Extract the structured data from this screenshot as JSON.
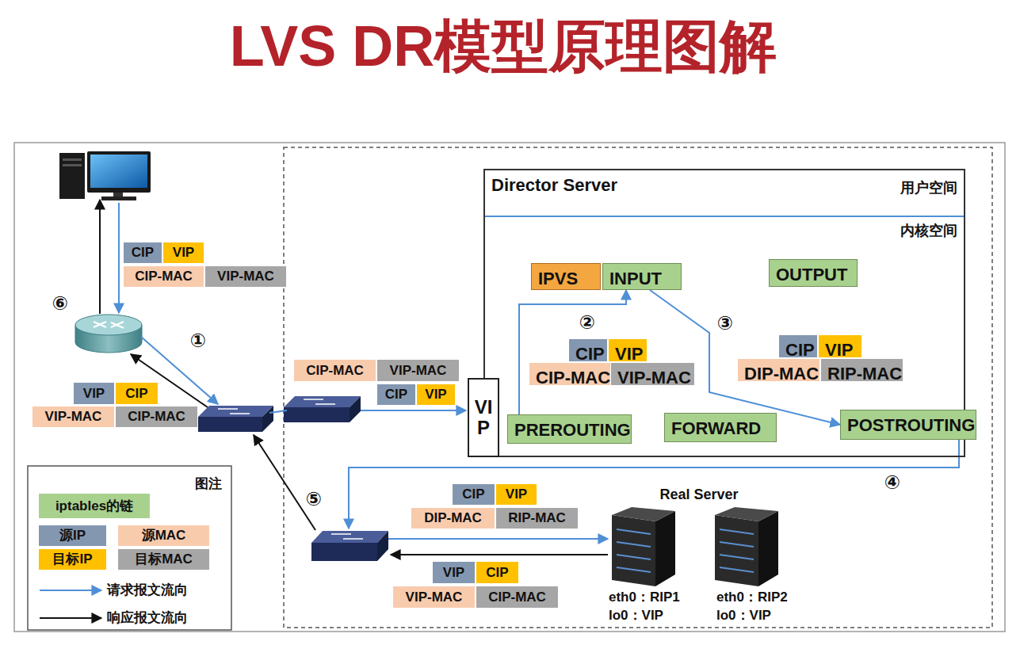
{
  "diagram": {
    "title": "LVS DR模型原理图解",
    "nodes": [
      {
        "text": [
          "CIP"
        ]
      },
      {
        "text": [
          "VIP"
        ]
      },
      {
        "text": [
          "CIP-MAC"
        ]
      },
      {
        "text": [
          "VIP-MAC"
        ]
      },
      {
        "text": [
          "Director Server",
          "用户空间",
          "内核空间"
        ]
      },
      {
        "text": [
          "IPVS"
        ],
        "in": 4
      },
      {
        "text": [
          "INPUT"
        ],
        "in": 4
      },
      {
        "text": [
          "OUTPUT"
        ],
        "in": 4
      },
      {
        "text": [
          "CIP"
        ],
        "in": 4
      },
      {
        "text": [
          "VIP"
        ],
        "in": 4
      },
      {
        "text": [
          "CIP-MAC"
        ],
        "in": 4
      },
      {
        "text": [
          "VIP-MAC"
        ],
        "in": 4
      },
      {
        "text": [
          "CIP"
        ],
        "in": 4
      },
      {
        "text": [
          "VIP"
        ],
        "in": 4
      },
      {
        "text": [
          "DIP-MAC"
        ],
        "in": 4
      },
      {
        "text": [
          "RIP-MAC"
        ],
        "in": 4
      },
      {
        "text": [
          "PREROUTING"
        ],
        "in": 4
      },
      {
        "text": [
          "FORWARD"
        ],
        "in": 4
      },
      {
        "text": [
          "POSTROUTING"
        ],
        "in": 4
      },
      {
        "text": [
          "CIP-MAC"
        ]
      },
      {
        "text": [
          "VIP-MAC"
        ]
      },
      {
        "text": [
          "CIP"
        ]
      },
      {
        "text": [
          "VIP"
        ]
      },
      {
        "text": [
          "VIP"
        ]
      },
      {
        "text": [
          "VIP"
        ]
      },
      {
        "text": [
          "CIP"
        ]
      },
      {
        "text": [
          "VIP-MAC"
        ]
      },
      {
        "text": [
          "CIP-MAC"
        ]
      },
      {
        "text": [
          "CIP"
        ]
      },
      {
        "text": [
          "VIP"
        ]
      },
      {
        "text": [
          "DIP-MAC"
        ]
      },
      {
        "text": [
          "RIP-MAC"
        ]
      },
      {
        "text": [
          "eth0：RIP1",
          "lo0：VIP"
        ]
      },
      {
        "text": [
          "eth0：RIP2",
          "lo0：VIP"
        ]
      },
      {
        "text": [
          "VIP"
        ]
      },
      {
        "text": [
          "CIP"
        ]
      },
      {
        "text": [
          "VIP-MAC"
        ]
      },
      {
        "text": [
          "CIP-MAC"
        ]
      }
    ],
    "edges": [
      {
        "from": 16,
        "to": 6,
        "arrow": "to"
      },
      {
        "from": 6,
        "to": 18,
        "arrow": "to"
      }
    ],
    "labels": [
      "①",
      "②",
      "③",
      "④",
      "⑤",
      "⑥",
      "Real Server",
      "图注"
    ],
    "legend": [
      {
        "text": "iptables的链",
        "color": "#a9d18e"
      },
      {
        "text": "源IP",
        "color": "#8497b0"
      },
      {
        "text": "源MAC",
        "color": "#f8cbad"
      },
      {
        "text": "目标IP",
        "color": "#ffc000"
      },
      {
        "text": "目标MAC",
        "color": "#a6a6a6"
      },
      {
        "text": "请求报文流向"
      },
      {
        "text": "响应报文流向"
      }
    ]
  }
}
